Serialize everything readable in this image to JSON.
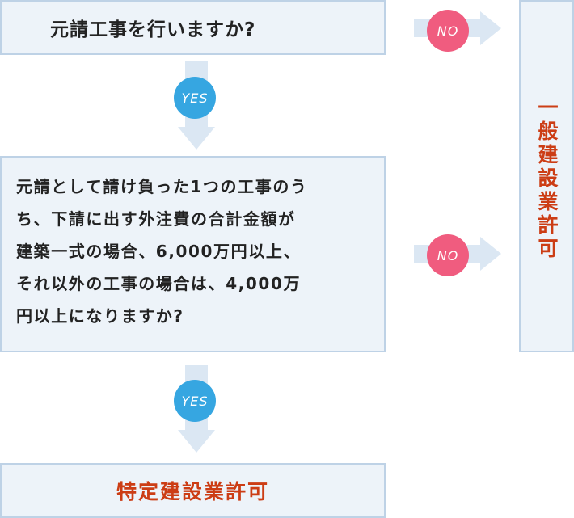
{
  "question1": "元請工事を行いますか?",
  "question2": "元請として請け負った1つの工事のうち、下請に出す外注費の合計金額が建築一式の場合、6,000万円以上、それ以外の工事の場合は、4,000万円以上になりますか?",
  "question2_lines": [
    "元請として請け負った1つの工事のう",
    "ち、下請に出す外注費の合計金額が",
    "建築一式の場合、6,000万円以上、",
    "それ以外の工事の場合は、4,000万",
    "円以上になりますか?"
  ],
  "result_special": "特定建設業許可",
  "result_general": "一般建設業許可",
  "yes_label": "YES",
  "no_label": "NO",
  "colors": {
    "box_fill": "#edf3f9",
    "box_border": "#bed2e6",
    "arrow": "#dbe7f3",
    "yes_badge": "#36a6e1",
    "no_badge": "#f05c7f",
    "result_text": "#cc3d15"
  }
}
